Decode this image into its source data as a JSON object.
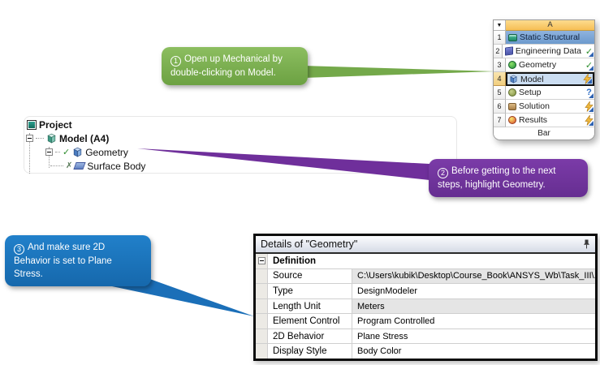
{
  "wb_table": {
    "column_header": "A",
    "caption": "Bar",
    "rows": [
      {
        "num": "1",
        "label": "Static Structural",
        "status": "none",
        "status_glyph": ""
      },
      {
        "num": "2",
        "label": "Engineering Data",
        "status": "check",
        "status_glyph": "✓"
      },
      {
        "num": "3",
        "label": "Geometry",
        "status": "check",
        "status_glyph": "✓"
      },
      {
        "num": "4",
        "label": "Model",
        "status": "lightning",
        "status_glyph": "",
        "selected": true
      },
      {
        "num": "5",
        "label": "Setup",
        "status": "question",
        "status_glyph": "?"
      },
      {
        "num": "6",
        "label": "Solution",
        "status": "lightning",
        "status_glyph": ""
      },
      {
        "num": "7",
        "label": "Results",
        "status": "lightning",
        "status_glyph": ""
      }
    ]
  },
  "callouts": {
    "step1": {
      "num": "1",
      "text": "Open up Mechanical by double-clicking on Model.",
      "color": "#76AE4C"
    },
    "step2": {
      "num": "2",
      "text": "Before getting to the next steps, highlight Geometry.",
      "color": "#6F2F9B"
    },
    "step3": {
      "num": "3",
      "text": "And make sure 2D Behavior is set to Plane Stress.",
      "color": "#1B75BC"
    }
  },
  "tree": {
    "items": [
      {
        "label": "Project"
      },
      {
        "label": "Model (A4)"
      },
      {
        "label": "Geometry"
      },
      {
        "label": "Surface Body"
      }
    ]
  },
  "details": {
    "title": "Details of \"Geometry\"",
    "section": "Definition",
    "rows": [
      {
        "label": "Source",
        "value": "C:\\Users\\kubik\\Desktop\\Course_Book\\ANSYS_Wb\\Task_III\\...",
        "readonly": true
      },
      {
        "label": "Type",
        "value": "DesignModeler"
      },
      {
        "label": "Length Unit",
        "value": "Meters",
        "readonly": true
      },
      {
        "label": "Element Control",
        "value": "Program Controlled"
      },
      {
        "label": "2D Behavior",
        "value": "Plane Stress"
      },
      {
        "label": "Display Style",
        "value": "Body Color"
      }
    ]
  }
}
